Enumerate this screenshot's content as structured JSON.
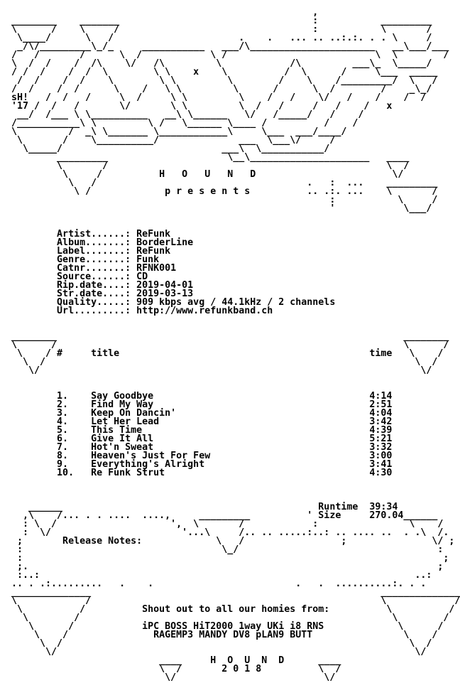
{
  "colors": {
    "background": "#ffffff",
    "text": "#000000"
  },
  "nfo": {
    "lines": [
      "",
      "                                                       ,",
      "  ________    _______                                  :           _________",
      "  \\      /    \\     /                                  :           \\       /",
      "   \\____/      \\   /                      .    .   ... .. ..:.:. . . \\     /",
      "   _/\\/_________\\_/_     ___________   ___/\\______________________   __\\___/___",
      "  /   /       /      \\  /            \\ /                          \\  \\        /",
      "  \\  /  /    /  /\\    \\/   /\\         \\            /\\         ___\\_  \\_____/",
      "  / /  /    /  /  \\        \\ \\    x    \\          /  \\      /     \\___  _____",
      "   /  /    /  /    \\        \\ \\         \\        /    \\    /_________/  \\   /",
      "  /  /    /  /      \\    /   \\ \\         \\      /      \\  /        /    _\\_/",
      "  sH!   /  /   /     \\  /     \\ \\         \\    /   /    \\/   /    /    /  /",
      "  '17 /  /   /       \\/       \\ \\         \\  /   /     /   /    /   x",
      "   __/  /___ \\ \\__________   __\\ \\______   \\/   /_____/   /    /",
      "  /___________\\ \\         \\ /   \\______ \\____ /          /    /",
      "  \\         /  _\\ \\_______ \\____________\\     \\___  ___/____/",
      "   \\       /    \\__________/              ___  \\___\\/     /",
      "    \\_____/                            ___\\  \\___________/",
      "          _________                     \\__\\_____________________   ____",
      "          \\       /                                                 \\  /",
      "           \\     /          H   O   U   N   D                        \\/",
      "            \\   /                                     .   :  ...    _________",
      "             \\ /             p r e s e n t s          .. .:. ...    \\       /",
      "                                                          :           \\     /",
      "                                                          '            \\___/",
      "",
      "",
      "          Artist......: ReFunk",
      "          Album.......: BorderLine",
      "          Label.......: ReFunk",
      "          Genre.......: Funk",
      "          Catnr.......: RFNK001",
      "          Source......: CD",
      "          Rip.date....: 2019-04-01",
      "          Str.date....: 2019-03-13",
      "          Quality.....: 909 kbps avg / 44.1kHz / 2 channels",
      "          Url.........: http://www.refunkband.ch",
      "",
      "",
      "  ________                                                             ________",
      "  \\      /                                                             \\      /",
      "   \\    / #     title                                            time   \\    /",
      "    \\  /                                                                 \\  /",
      "     \\/                                                                   \\/",
      "",
      "",
      "          1.    Say Goodbye                                      4:14",
      "          2.    Find My Way                                      2:51",
      "          3.    Keep On Dancin'                                  4:04",
      "          4.    Let Her Lead                                     3:42",
      "          5.    This Time                                        4:39",
      "          6.    Give It All                                      5:21",
      "          7.    Hot'n Sweat                                      3:32",
      "          8.    Heaven's Just For Few                            3:00",
      "          9.    Everything's Alright                             3:41",
      "          10.   Re Funk Strut                                    4:30",
      "",
      "",
      "",
      "     ______                                             Runtime  39:34",
      "    ,\\    /... . . ....  ....,     _________          ' Size     270.04______",
      "    : \\  /                    ',  \\       /            :                \\    /",
      "    :  \\/                       '...\\     /.. .. .....:..: .. .... ..  . .\\  /.",
      "   ;       Release Notes:             \\   /                 ;               \\/ ;",
      "   :                                   \\_/                                   :",
      "   :                                                                          ;",
      "   ;.                                                                        ;",
      "   :..:                                                                  ..:",
      "  .. . .:.........   .    .                         .   .  ..........:. . .",
      "  ______________                                                   ______________",
      "  \\            /                                                   \\            /",
      "   \\          /          Shout out to all our homies from:          \\          /",
      "    \\        /                                                       \\        /",
      "     \\      /            iPC BOSS HiT2000 1way UKi i8 RNS             \\      /",
      "      \\    /               RAGEMP3 MANDY DV8 pLAN9 BUTT                \\    /",
      "       \\  /                                                             \\  /",
      "        \\/                                                               \\/",
      "                            ____     H  O  U  N  D      ____",
      "                            \\  /       2 0 1 8          \\  /",
      "                             \\/                          \\/"
    ]
  }
}
